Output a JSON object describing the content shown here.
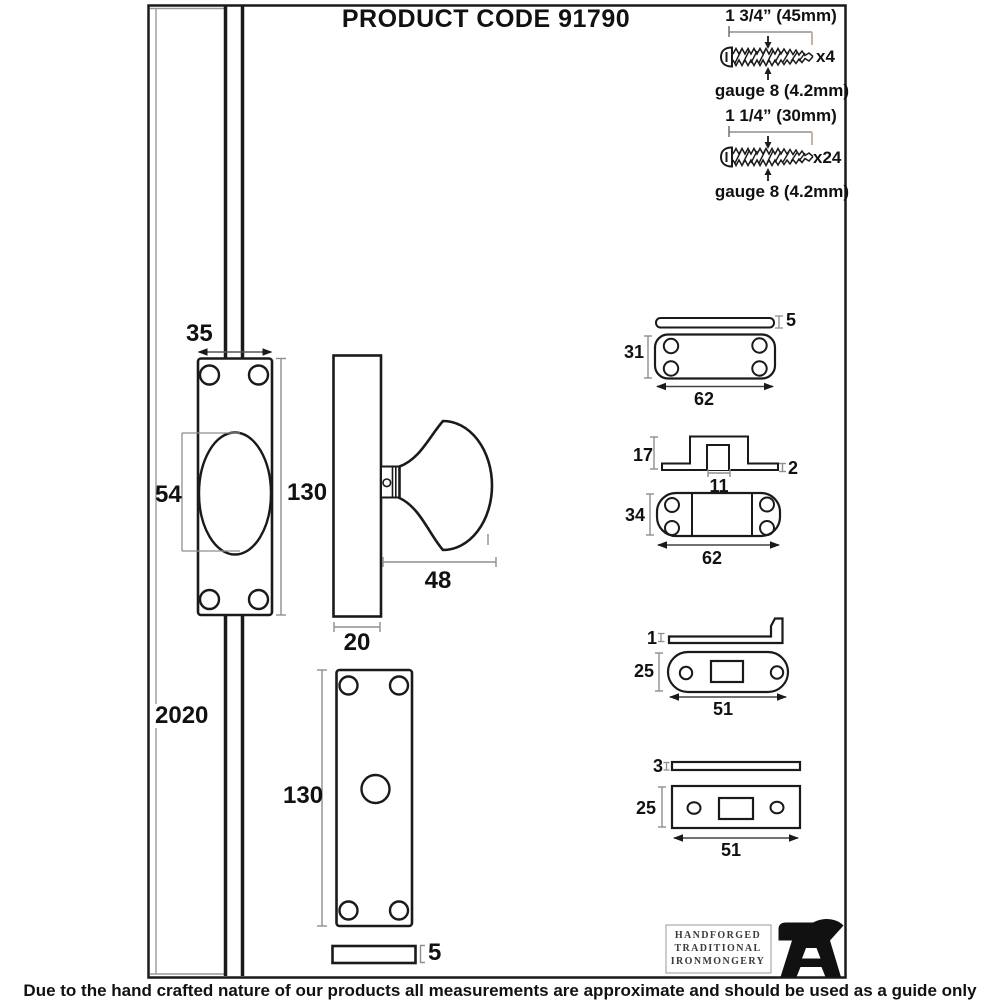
{
  "sheet": {
    "title": "PRODUCT CODE 91790",
    "disclaimer": "Due to the hand crafted nature of our products all measurements are approximate and should be used as a guide only"
  },
  "fixings": {
    "screw_large": {
      "length": "1 3/4” (45mm)",
      "qty": "x4",
      "gauge": "gauge 8 (4.2mm)"
    },
    "screw_small": {
      "length": "1 1/4” (30mm)",
      "qty": "x24",
      "gauge": "gauge 8 (4.2mm)"
    }
  },
  "front_view": {
    "rod_length": "2020",
    "plate_width": "35",
    "plate_height": "130",
    "turn_cover_height": "54"
  },
  "side_view": {
    "plate_depth": "20",
    "knob_depth": "48"
  },
  "cover_plate": {
    "height": "130",
    "thickness": "5"
  },
  "keep_plate": {
    "cover_thickness": "5",
    "height": "31",
    "width": "62"
  },
  "guide_bracket": {
    "height": "17",
    "slot_width": "11",
    "thickness": "2",
    "plate_height": "34",
    "plate_width": "62"
  },
  "angle_keep": {
    "thickness": "1",
    "height": "25",
    "width": "51"
  },
  "flat_keep": {
    "thickness": "3",
    "height": "25",
    "width": "51"
  },
  "logo": {
    "line1": "HANDFORGED",
    "line2": "TRADITIONAL",
    "line3": "IRONMONGERY"
  },
  "colors": {
    "outline": "#1a1a1a",
    "dimension": "#8f8f8f",
    "accent": "#c9b39f"
  }
}
